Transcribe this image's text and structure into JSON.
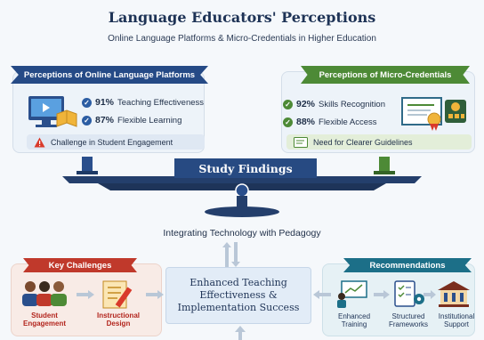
{
  "header": {
    "title": "Language Educators' Perceptions",
    "subtitle": "Online Language Platforms & Micro-Credentials in Higher Education"
  },
  "left_panel": {
    "title": "Perceptions of Online Language Platforms",
    "stats": [
      {
        "value": "91%",
        "label": "Teaching Effectiveness"
      },
      {
        "value": "87%",
        "label": "Flexible Learning"
      }
    ],
    "note": "Challenge in Student Engagement",
    "accent": "#254a86"
  },
  "right_panel": {
    "title": "Perceptions of Micro-Credentials",
    "stats": [
      {
        "value": "92%",
        "label": "Skills Recognition"
      },
      {
        "value": "88%",
        "label": "Flexible Access"
      }
    ],
    "note": "Need for Clearer Guidelines",
    "accent": "#4d8a36"
  },
  "balance": {
    "label": "Study Findings"
  },
  "integration": {
    "label": "Integrating Technology with Pedagogy"
  },
  "center": {
    "label": "Enhanced Teaching Effectiveness & Implementation Success"
  },
  "challenges": {
    "title": "Key Challenges",
    "items": [
      {
        "label": "Student Engagement",
        "icon": "students-icon"
      },
      {
        "label": "Instructional Design",
        "icon": "design-document-icon"
      }
    ],
    "accent": "#c0392b"
  },
  "recommendations": {
    "title": "Recommendations",
    "items": [
      {
        "label": "Enhanced Training",
        "icon": "training-presentation-icon"
      },
      {
        "label": "Structured Frameworks",
        "icon": "checklist-gear-icon"
      },
      {
        "label": "Institutional Support",
        "icon": "institution-building-icon"
      }
    ],
    "accent": "#1c6f88"
  }
}
